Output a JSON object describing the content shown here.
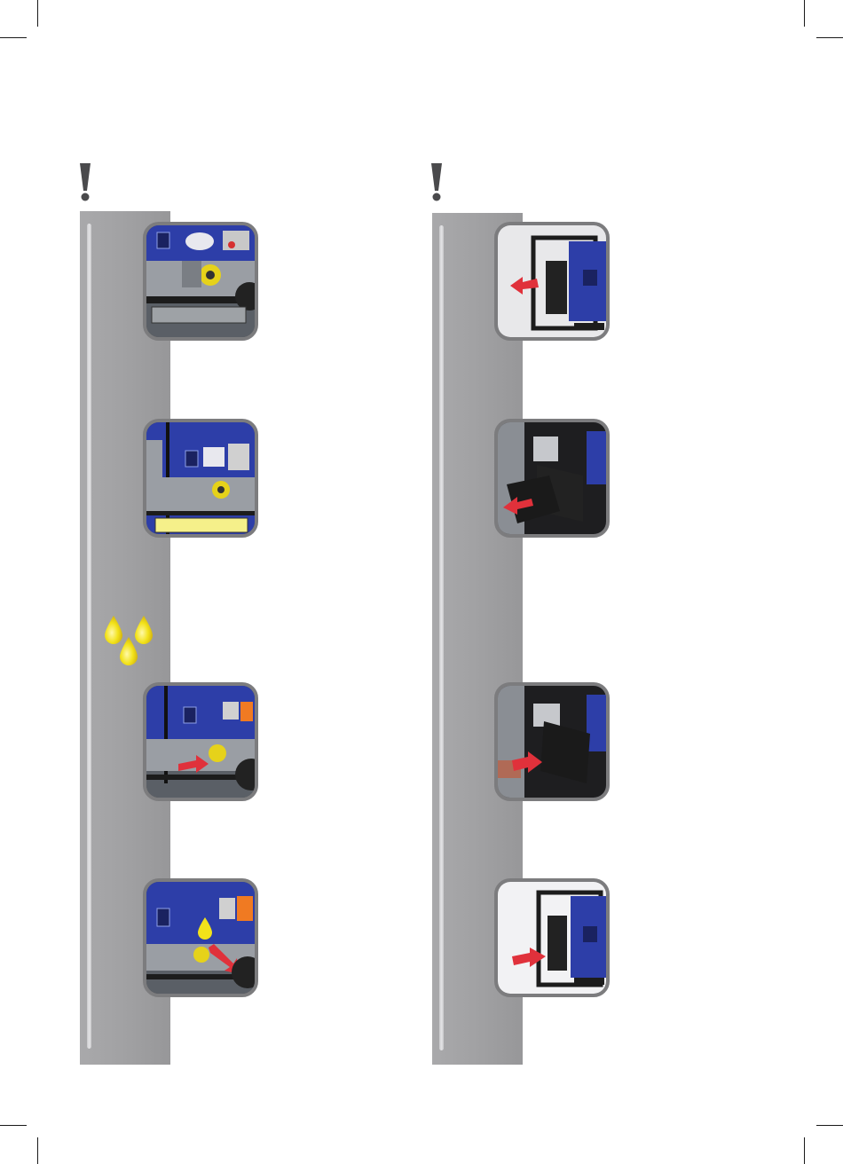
{
  "page": {
    "description_text": ""
  },
  "markers": {
    "warning_icon": "exclamation-icon",
    "oil_icon": "oil-drops-icon"
  },
  "colors": {
    "gray_bar": "#a1a1a3",
    "generator_blue": "#2d3ea8",
    "arrow_red": "#e0313b",
    "oil_yellow": "#f2e21a",
    "socket_orange": "#f07a22",
    "frame_black": "#1c1c1c"
  },
  "steps_left": [
    {
      "scene": "oil-cap-area",
      "arrow": "none"
    },
    {
      "scene": "oil-cap-area-highlight",
      "arrow": "none"
    },
    {
      "scene": "oil-cap-removal",
      "arrow": "red-right"
    },
    {
      "scene": "oil-filling",
      "arrow": "red-diagonal"
    }
  ],
  "steps_right": [
    {
      "scene": "air-filter-cover-off",
      "arrow": "red-left"
    },
    {
      "scene": "filter-sponge-out",
      "arrow": "red-left"
    },
    {
      "scene": "filter-sponge-in",
      "arrow": "red-right"
    },
    {
      "scene": "air-filter-cover-on",
      "arrow": "red-right"
    }
  ]
}
